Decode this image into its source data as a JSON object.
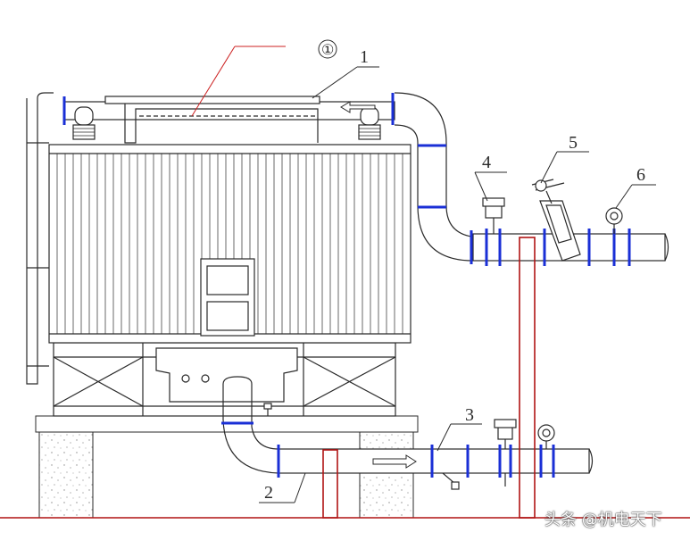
{
  "labels": {
    "circle_one": "①",
    "n1": "1",
    "n2": "2",
    "n3": "3",
    "n4": "4",
    "n5": "5",
    "n6": "6"
  },
  "watermark": "头条 @机电天下",
  "colors": {
    "line": "#2a2a2a",
    "pipe_fill": "#ffffff",
    "flange": "#1a2fd6",
    "support": "#b01414",
    "ground": "#b01414",
    "leader": "#cc2222",
    "dots": "#777777"
  }
}
